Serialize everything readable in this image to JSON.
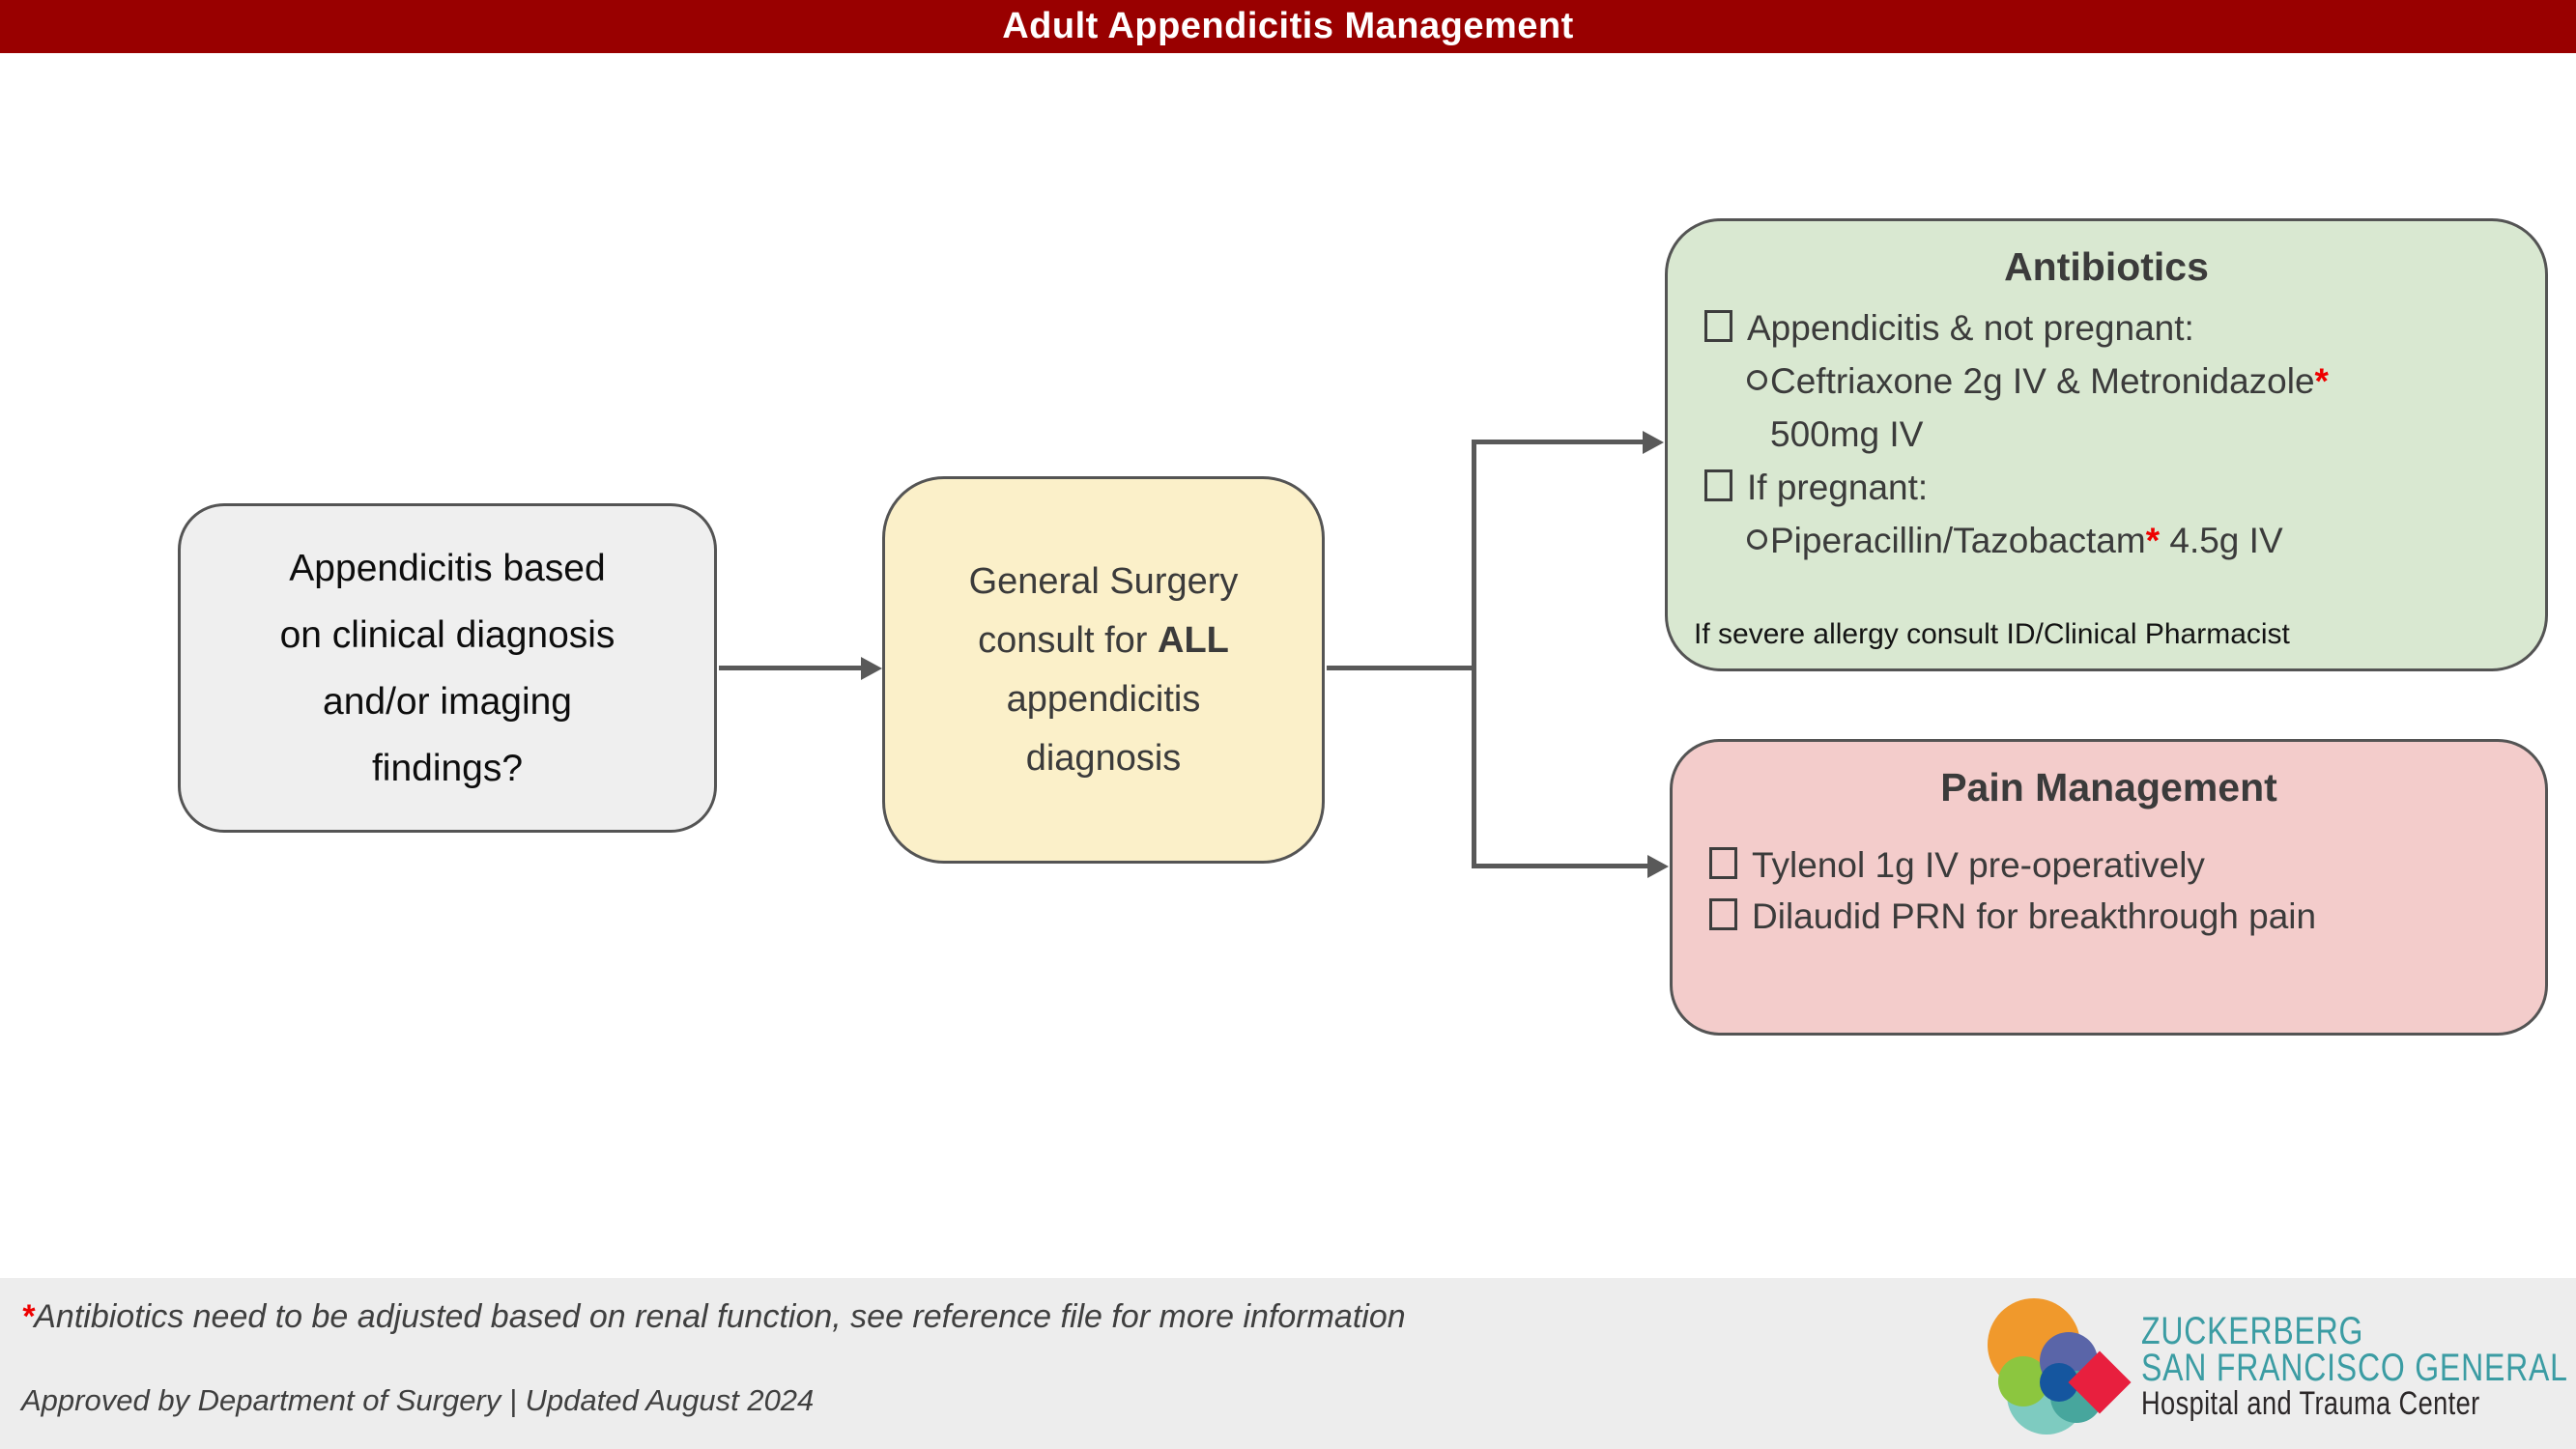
{
  "banner": {
    "title": "Adult Appendicitis Management"
  },
  "flow": {
    "question_box": {
      "lines": [
        "Appendicitis based",
        "on clinical diagnosis",
        "and/or imaging",
        "findings?"
      ]
    },
    "consult_box": {
      "line1": "General Surgery",
      "line2_pre": "consult for ",
      "line2_bold": "ALL",
      "line3": "appendicitis",
      "line4": "diagnosis"
    },
    "antibiotics_box": {
      "title": "Antibiotics",
      "item1_label": "Appendicitis & not pregnant:",
      "item1_sub_text": "Ceftriaxone 2g IV & Metronidazole",
      "item1_sub_asterisk": "*",
      "item1_sub_cont": "500mg IV",
      "item2_label": "If pregnant:",
      "item2_sub_text": "Piperacillin/Tazobactam",
      "item2_sub_asterisk": "*",
      "item2_sub_suffix": " 4.5g IV",
      "note": "If severe allergy consult ID/Clinical Pharmacist"
    },
    "pain_box": {
      "title": "Pain Management",
      "item1": "Tylenol 1g IV pre-operatively",
      "item2": "Dilaudid PRN for breakthrough pain"
    }
  },
  "footer": {
    "footnote_asterisk": "*",
    "footnote_text": "Antibiotics need to be adjusted based on renal function, see reference file for more information",
    "approval_text": "Approved by Department of Surgery | Updated August 2024",
    "logo": {
      "line1": "ZUCKERBERG",
      "line2": "SAN FRANCISCO GENERAL",
      "line3": "Hospital and Trauma Center"
    }
  },
  "colors": {
    "banner_red": "#990000",
    "box_gray": "#efefef",
    "box_yellow": "#fbf0c9",
    "box_green": "#d9e8d1",
    "box_pink": "#f3cccb",
    "border_dark": "#545454",
    "arrow": "#595959",
    "asterisk_red": "#ee0000",
    "logo_teal": "#3b9ca3",
    "logo_orange": "#f0992c",
    "logo_green": "#8cc63f",
    "logo_light_teal": "#7ecbc0",
    "logo_purple": "#5a65a8",
    "logo_dark_blue": "#15569f",
    "logo_red": "#e81f3e"
  }
}
